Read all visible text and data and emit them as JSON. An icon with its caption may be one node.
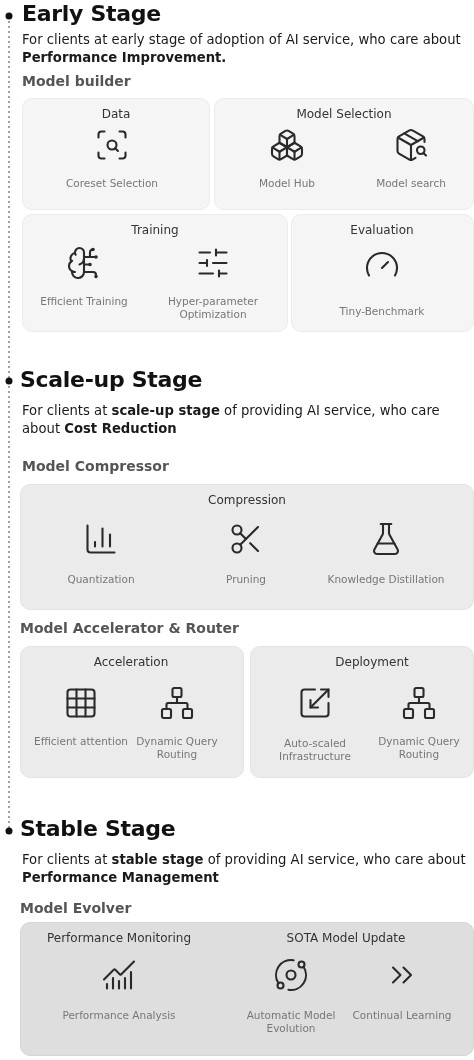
{
  "diagram": {
    "nodes": [
      {
        "text": [
          "Data"
        ]
      },
      {
        "text": [
          "Coreset Selection"
        ],
        "in": 0
      },
      {
        "text": [
          "Model Selection"
        ]
      },
      {
        "text": [
          "Model Hub"
        ],
        "in": 2
      },
      {
        "text": [
          "Model search"
        ],
        "in": 2
      },
      {
        "text": [
          "Training"
        ]
      },
      {
        "text": [
          "Efficient Training"
        ],
        "in": 5
      },
      {
        "text": [
          "Hyper-parameter Optimization"
        ],
        "in": 5
      },
      {
        "text": [
          "Evaluation"
        ]
      },
      {
        "text": [
          "Tiny-Benchmark"
        ],
        "in": 8
      },
      {
        "text": [
          "Compression"
        ]
      },
      {
        "text": [
          "Quantization"
        ],
        "in": 10
      },
      {
        "text": [
          "Pruning"
        ],
        "in": 10
      },
      {
        "text": [
          "Knowledge Distillation"
        ],
        "in": 10
      },
      {
        "text": [
          "Acceleration"
        ]
      },
      {
        "text": [
          "Efficient attention"
        ],
        "in": 14
      },
      {
        "text": [
          "Dynamic Query Routing"
        ],
        "in": 14
      },
      {
        "text": [
          "Deployment"
        ]
      },
      {
        "text": [
          "Auto-scaled Infrastructure"
        ],
        "in": 17
      },
      {
        "text": [
          "Dynamic Query Routing"
        ],
        "in": 17
      },
      {
        "text": [
          "Performance Monitoring",
          "SOTA Model Update"
        ]
      },
      {
        "text": [
          "Performance Analysis"
        ],
        "in": 20
      },
      {
        "text": [
          "Automatic Model Evolution"
        ],
        "in": 20
      },
      {
        "text": [
          "Continual Learning"
        ],
        "in": 20
      }
    ],
    "labels": [
      "Early Stage",
      "For clients at early stage of adoption of AI service, who care about **Performance Improvement.**",
      "Model builder",
      "Scale-up Stage",
      "For clients at **scale-up stage** of providing AI service, who care about **Cost Reduction**",
      "Model Compressor",
      "Model Accelerator & Router",
      "Stable Stage",
      "For clients at **stable stage** of providing AI service, who care about **Performance Management**",
      "Model Evolver"
    ]
  }
}
